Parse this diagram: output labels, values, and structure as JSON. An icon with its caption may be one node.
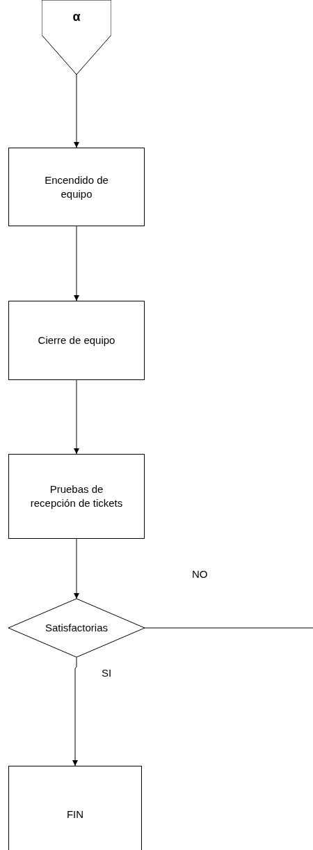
{
  "diagram": {
    "nodes": [
      {
        "text": [
          "α"
        ]
      },
      {
        "text": [
          "Encendido de equipo"
        ]
      },
      {
        "text": [
          "Cierre de equipo"
        ]
      },
      {
        "text": [
          "Pruebas de recepción de tickets"
        ]
      },
      {
        "text": [
          "Satisfactorias"
        ]
      },
      {
        "text": [
          "FIN"
        ]
      }
    ],
    "edges": [
      {
        "from": 0,
        "to": 1,
        "arrow": "to"
      },
      {
        "from": 1,
        "to": 2,
        "arrow": "to"
      },
      {
        "from": 2,
        "to": 3,
        "arrow": "to"
      },
      {
        "from": 3,
        "to": 4,
        "arrow": "to"
      },
      {
        "from": 4,
        "to": null,
        "arrow": "none",
        "label": "NO"
      },
      {
        "from": 4,
        "to": 5,
        "arrow": "to",
        "label": "SI"
      }
    ]
  }
}
